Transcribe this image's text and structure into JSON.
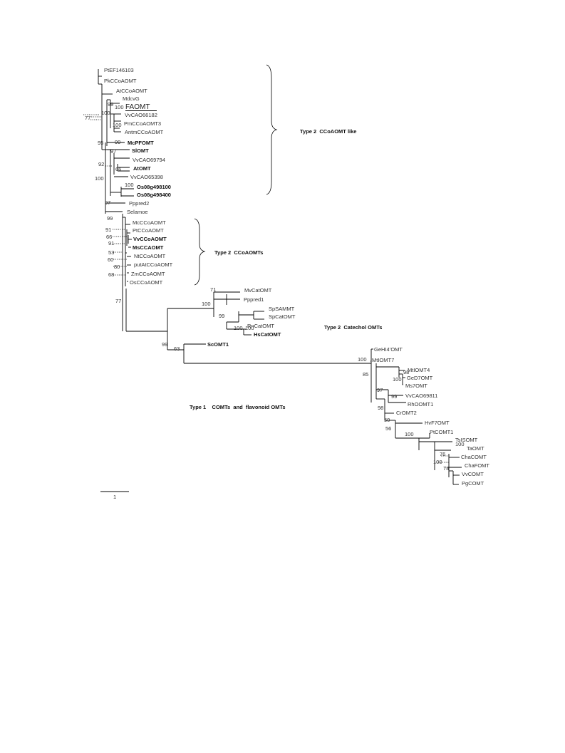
{
  "taxa": [
    {
      "id": "PtEF146103",
      "text": "PtEF146103",
      "bold": false
    },
    {
      "id": "PkCCoAOMT",
      "text": "PkCCoAOMT",
      "bold": false
    },
    {
      "id": "AtCCoAOMT",
      "text": "AtCCoAOMT",
      "bold": false
    },
    {
      "id": "MdcvG",
      "text": "MdcvG",
      "bold": false
    },
    {
      "id": "FAOMT",
      "text": "FAOMT",
      "bold": false,
      "large": true,
      "underline": true
    },
    {
      "id": "VvCAO66182",
      "text": "VvCAO66182",
      "bold": false
    },
    {
      "id": "PmCCoAOMT3",
      "text": "PmCCoAOMT3",
      "bold": false
    },
    {
      "id": "AntmCCoAOMT",
      "text": "AntmCCoAOMT",
      "bold": false
    },
    {
      "id": "McPFOMT",
      "text": "McPFOMT",
      "bold": true
    },
    {
      "id": "SlOMT",
      "text": "SlOMT",
      "bold": true
    },
    {
      "id": "VvCAO69794",
      "text": "VvCAO69794",
      "bold": false
    },
    {
      "id": "AtOMT",
      "text": "AtOMT",
      "bold": true
    },
    {
      "id": "VvCAO65398",
      "text": "VvCAO65398",
      "bold": false
    },
    {
      "id": "Os08g498100",
      "text": "Os08g498100",
      "bold": true
    },
    {
      "id": "Os08g498400",
      "text": "Os08g498400",
      "bold": true
    },
    {
      "id": "Pppred2",
      "text": "Pppred2",
      "bold": false
    },
    {
      "id": "Selamoe",
      "text": "Selamoe",
      "bold": false
    },
    {
      "id": "McCCoAOMT",
      "text": "McCCoAOMT",
      "bold": false
    },
    {
      "id": "PtCCoAOMT",
      "text": "PtCCoAOMT",
      "bold": false
    },
    {
      "id": "VvCCoAOMT",
      "text": "VvCCoAOMT",
      "bold": true
    },
    {
      "id": "MsCCAOMT",
      "text": "MsCCAOMT",
      "bold": true
    },
    {
      "id": "NtCCoAOMT",
      "text": "NtCCoAOMT",
      "bold": false
    },
    {
      "id": "putAtCCoAOMT",
      "text": "putAtCCoAOMT",
      "bold": false
    },
    {
      "id": "ZmCCoAOMT",
      "text": "ZmCCoAOMT",
      "bold": false
    },
    {
      "id": "OsCCoAOMT",
      "text": "OsCCoAOMT",
      "bold": false
    },
    {
      "id": "MvCatOMT",
      "text": "MvCatOMT",
      "bold": false
    },
    {
      "id": "Pppred1",
      "text": "Pppred1",
      "bold": false
    },
    {
      "id": "SpSAMMT",
      "text": "SpSAMMT",
      "bold": false
    },
    {
      "id": "SpCatOMT",
      "text": "SpCatOMT",
      "bold": false
    },
    {
      "id": "RnCatOMT",
      "text": "RnCatOMT",
      "bold": false
    },
    {
      "id": "HsCatOMT",
      "text": "HsCatOMT",
      "bold": true
    },
    {
      "id": "ScOMT1",
      "text": "ScOMT1",
      "bold": true
    },
    {
      "id": "GeHI4OMT",
      "text": "GeHI4’OMT",
      "bold": false
    },
    {
      "id": "MtIOMT7",
      "text": "MtIOMT7",
      "bold": false
    },
    {
      "id": "MtIOMT4",
      "text": "MtIOMT4",
      "bold": false
    },
    {
      "id": "GeD7OMT",
      "text": "GeD7OMT",
      "bold": false
    },
    {
      "id": "Ms7OMT",
      "text": "Ms7OMT",
      "bold": false
    },
    {
      "id": "VvCAO69811",
      "text": "VvCAO69811",
      "bold": false
    },
    {
      "id": "RhOOMT1",
      "text": "RhOOMT1",
      "bold": false
    },
    {
      "id": "CrOMT2",
      "text": "CrOMT2",
      "bold": false
    },
    {
      "id": "HvF7OMT",
      "text": "HvF7OMT",
      "bold": false
    },
    {
      "id": "PtCOMT1",
      "text": "PtCOMT1",
      "bold": false
    },
    {
      "id": "TsISOMT",
      "text": "TsISOMT",
      "bold": false
    },
    {
      "id": "TaOMT",
      "text": "TaOMT",
      "bold": false
    },
    {
      "id": "ChaCOMT",
      "text": "ChaCOMT",
      "bold": false
    },
    {
      "id": "ChaFOMT",
      "text": "ChaFOMT",
      "bold": false
    },
    {
      "id": "VvCOMT",
      "text": "VvCOMT",
      "bold": false
    },
    {
      "id": "PgCOMT",
      "text": "PgCOMT",
      "bold": false
    }
  ],
  "bootstrap": [
    "77",
    "100",
    "99",
    "100",
    "100",
    "95",
    "99",
    "97",
    "92",
    "66",
    "100",
    "100",
    "97",
    "99",
    "91",
    "66",
    "91",
    "53",
    "60",
    "80",
    "68",
    "77",
    "71",
    "100",
    "99",
    "100",
    "100",
    "99",
    "63",
    "100",
    "85",
    "98",
    "100",
    "97",
    "99",
    "98",
    "50",
    "56",
    "100",
    "100",
    "76",
    "100",
    "74"
  ],
  "groups": [
    {
      "id": "type2-ccoaomt-like",
      "text": "Type 2  CCoAOMT like"
    },
    {
      "id": "type2-ccoaomts",
      "text": "Type 2  CCoAOMTs"
    },
    {
      "id": "type2-catechol",
      "text": "Type 2  Catechol OMTs"
    },
    {
      "id": "type1",
      "text": "Type 1    COMTs  and  flavonoid OMTs"
    }
  ],
  "scale": {
    "label": "1"
  }
}
